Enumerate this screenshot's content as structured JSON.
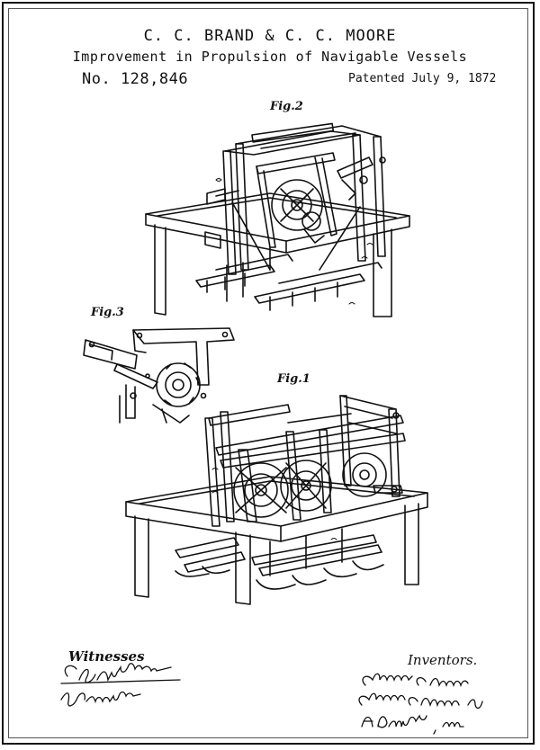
{
  "header": {
    "title": "C. C. BRAND & C. C. MOORE",
    "subtitle": "Improvement in Propulsion of Navigable Vessels",
    "patent_number": "No. 128,846",
    "patent_date": "Patented July 9, 1872"
  },
  "figures": {
    "fig2_label": "Fig.2",
    "fig3_label": "Fig.3",
    "fig1_label": "Fig.1"
  },
  "footer": {
    "witnesses_label": "Witnesses",
    "inventors_label": "Inventors.",
    "witness_signatures": [
      "C.B. Nottingham",
      "J.R. Nottingham"
    ],
    "inventor_signatures": [
      "Christopher C. Brand",
      "Christopher C. Moore by",
      "A. Pollok, atty."
    ]
  },
  "colors": {
    "ink": "#111111",
    "paper": "#ffffff"
  }
}
